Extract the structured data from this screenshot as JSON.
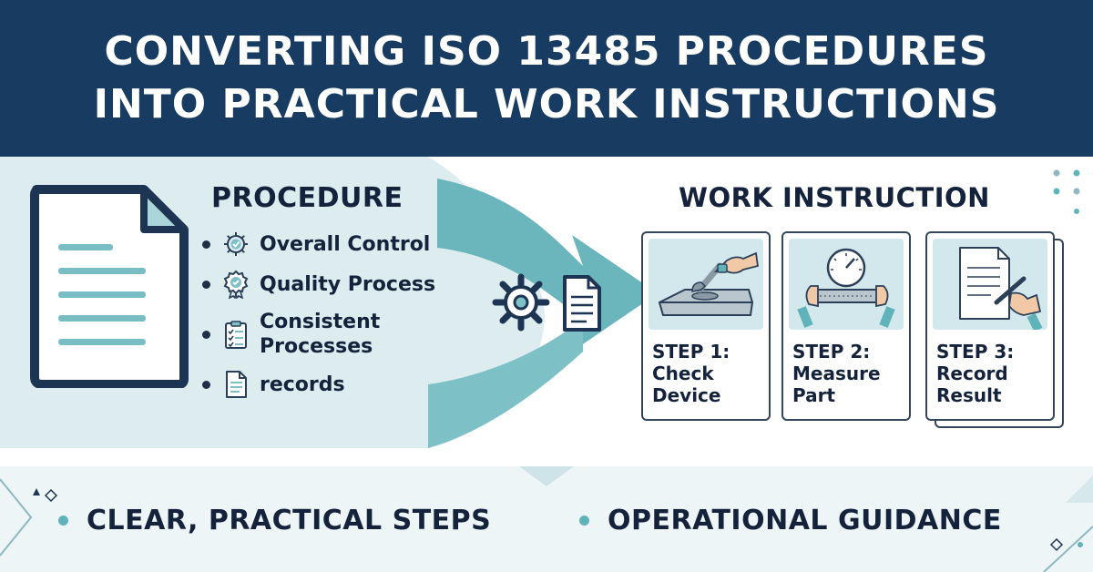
{
  "header": {
    "line1": "CONVERTING ISO 13485 PROCEDURES",
    "line2": "INTO PRACTICAL WORK INSTRUCTIONS"
  },
  "procedure": {
    "title": "PROCEDURE",
    "items": [
      {
        "label": "Overall Control",
        "icon": "gear-check-icon"
      },
      {
        "label": "Quality Process",
        "icon": "quality-badge-icon"
      },
      {
        "label": "Consistent Processes",
        "icon": "checklist-icon"
      },
      {
        "label": "records",
        "icon": "record-document-icon"
      }
    ]
  },
  "work_instruction": {
    "title": "WORK INSTRUCTION",
    "steps": [
      {
        "label": "STEP 1: Check Device",
        "illustration": "wrench-device-icon"
      },
      {
        "label": "STEP 2: Measure Part",
        "illustration": "caliper-gauge-icon"
      },
      {
        "label": "STEP 3: Record Result",
        "illustration": "pen-document-icon"
      }
    ]
  },
  "benefits": [
    {
      "label": "CLEAR, PRACTICAL STEPS"
    },
    {
      "label": "OPERATIONAL GUIDANCE"
    }
  ],
  "colors": {
    "header_bg": "#173b61",
    "accent_teal": "#5fb3b9",
    "light_teal": "#d2e8ec",
    "dark_text": "#14233b"
  }
}
